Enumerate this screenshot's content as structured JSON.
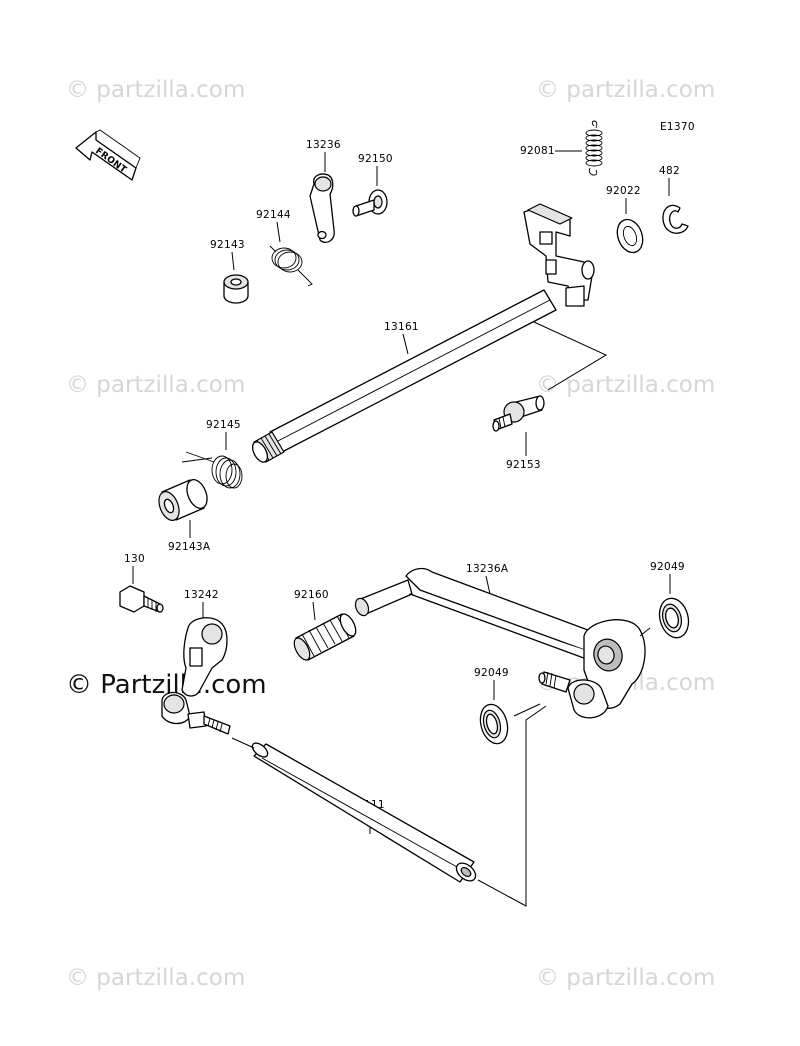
{
  "diagram_code": "E1370",
  "front_label": "FRONT",
  "watermark": {
    "text": "© Partzilla.com",
    "text_lower": "© partzilla.com"
  },
  "parts": {
    "p13236": "13236",
    "p92150": "92150",
    "p92144": "92144",
    "p92143": "92143",
    "p92081": "92081",
    "p92022": "92022",
    "p482": "482",
    "p13161": "13161",
    "p92145": "92145",
    "p92153": "92153",
    "p92143A": "92143A",
    "p130": "130",
    "p13242": "13242",
    "p92160": "92160",
    "p13236A": "13236A",
    "p92049a": "92049",
    "p92049b": "92049",
    "p39111": "39111"
  }
}
